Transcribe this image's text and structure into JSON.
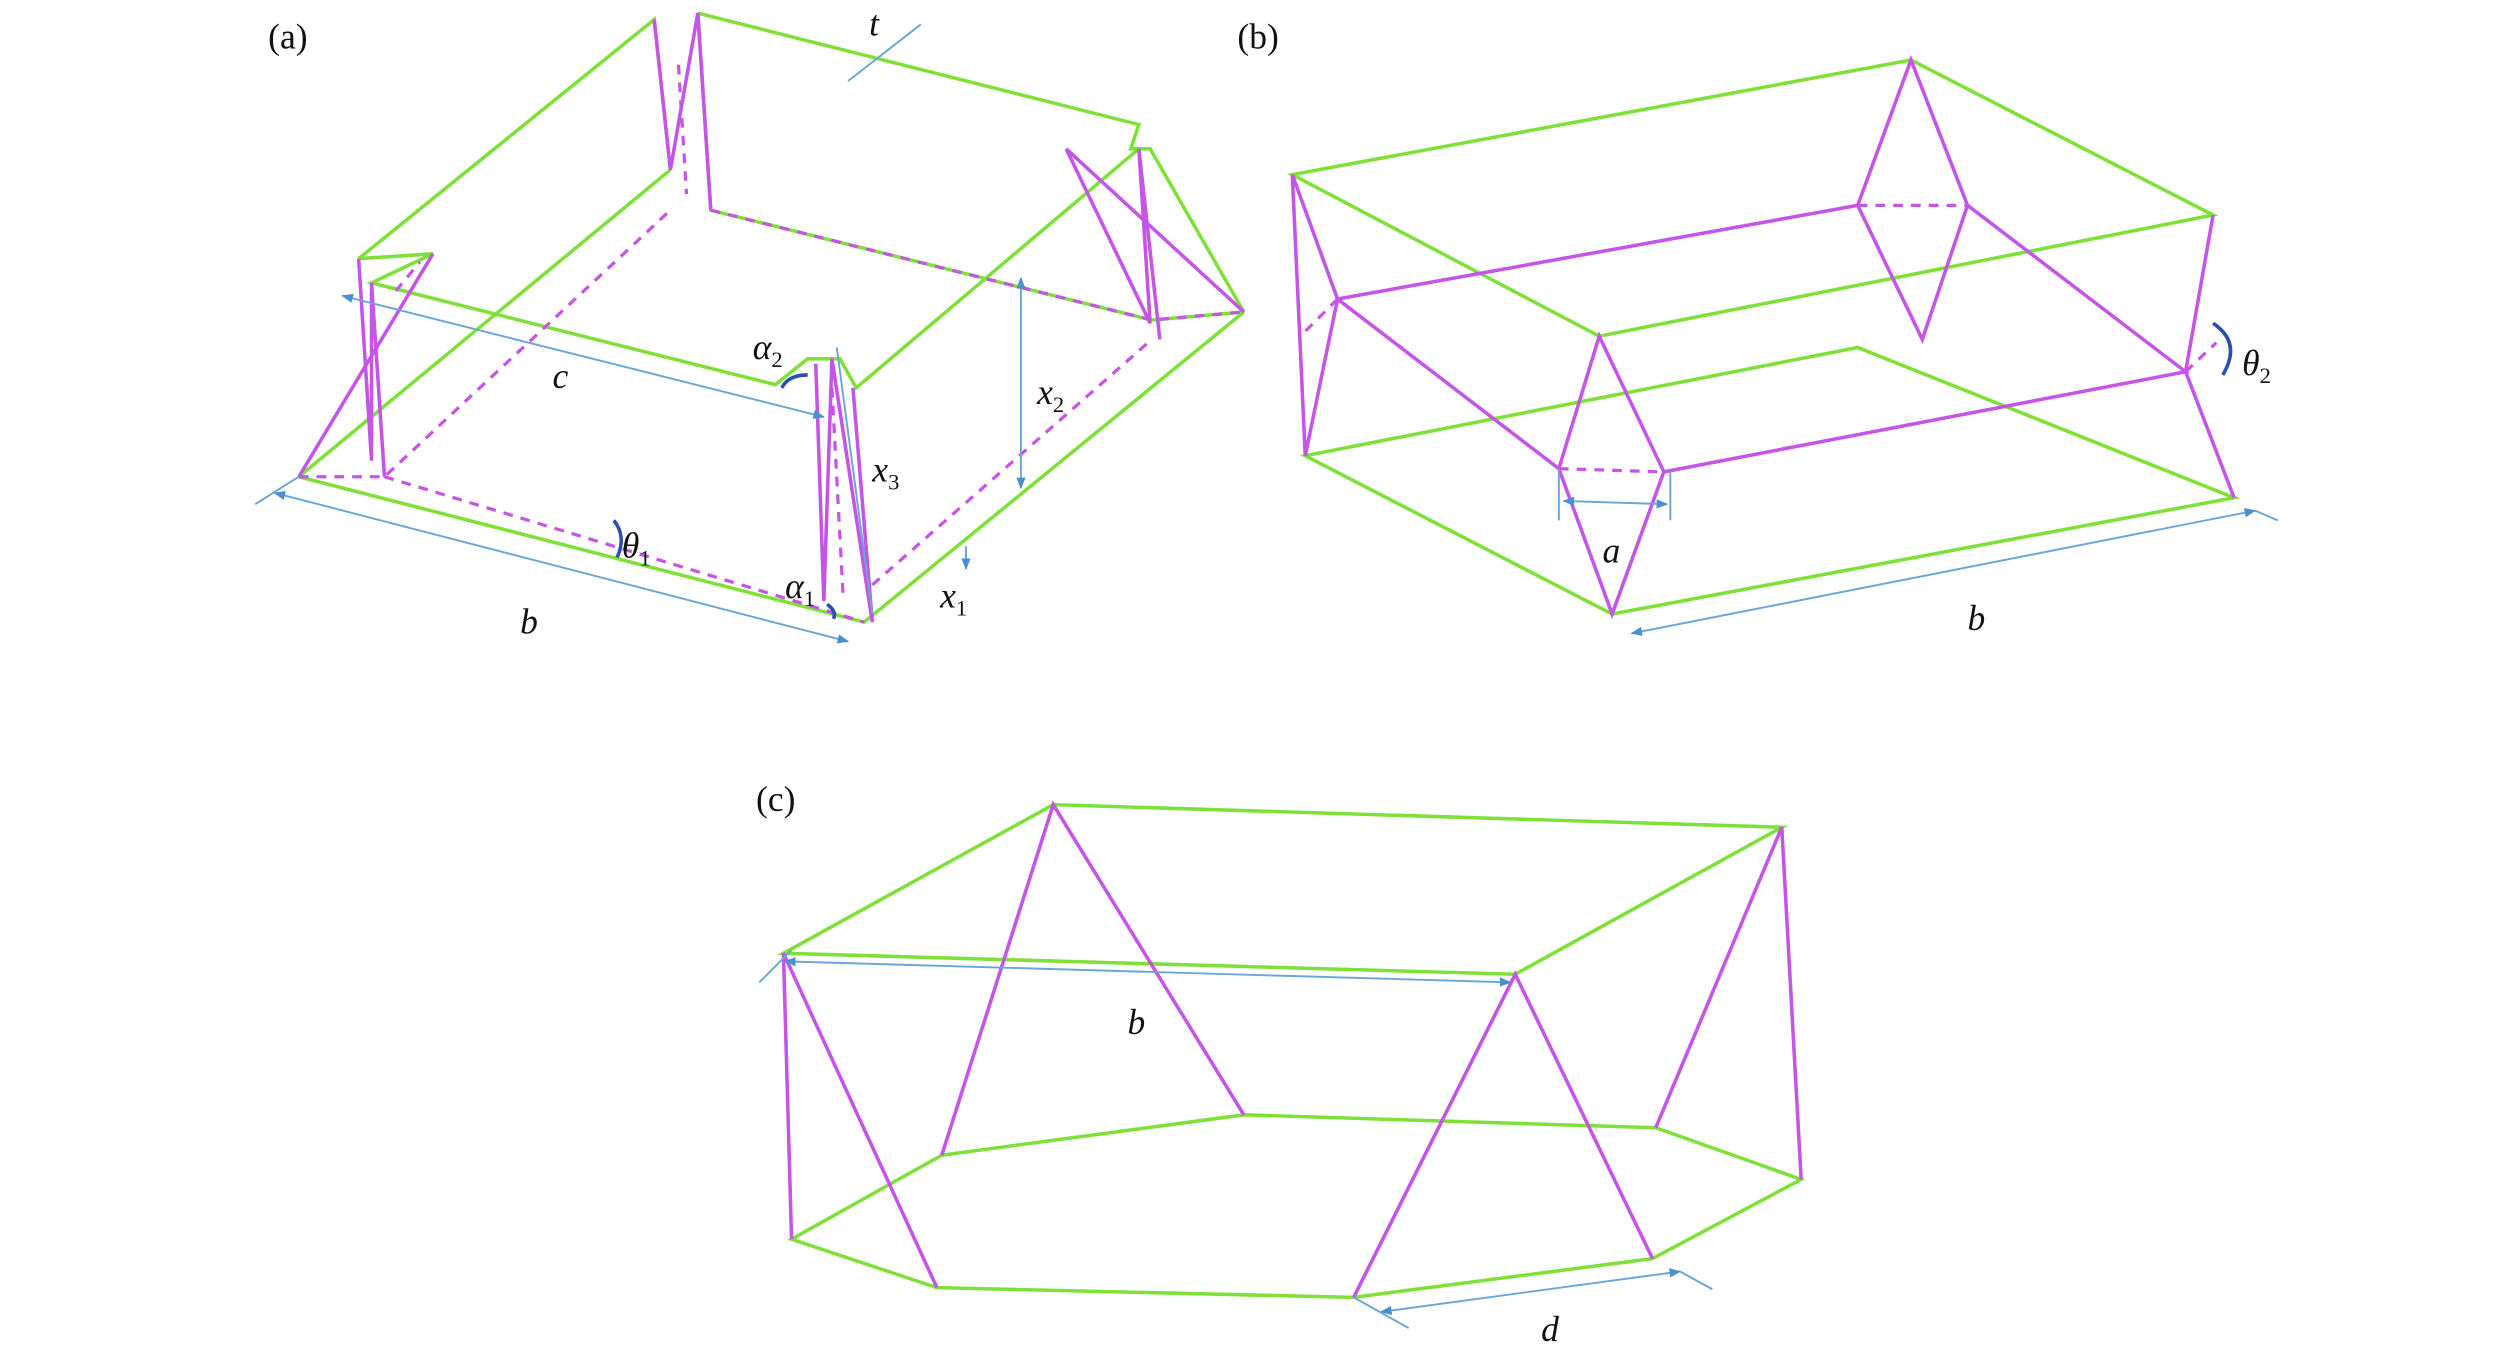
{
  "panels": {
    "a": {
      "label": "(a)",
      "dims": {
        "t": "t",
        "c": "c",
        "alpha2": "α",
        "alpha2_sub": "2",
        "x2": "x",
        "x2_sub": "2",
        "x3": "x",
        "x3_sub": "3",
        "theta1": "θ",
        "theta1_sub": "1",
        "alpha1": "α",
        "alpha1_sub": "1",
        "x1": "x",
        "x1_sub": "1",
        "b": "b"
      }
    },
    "b": {
      "label": "(b)",
      "dims": {
        "a": "a",
        "b": "b",
        "theta2": "θ",
        "theta2_sub": "2"
      }
    },
    "c": {
      "label": "(c)",
      "dims": {
        "b": "b",
        "d": "d"
      }
    }
  },
  "colors": {
    "edge_green": "#7fe03a",
    "fold_magenta": "#c455e6",
    "dimension_blue": "#6aa6d8"
  }
}
